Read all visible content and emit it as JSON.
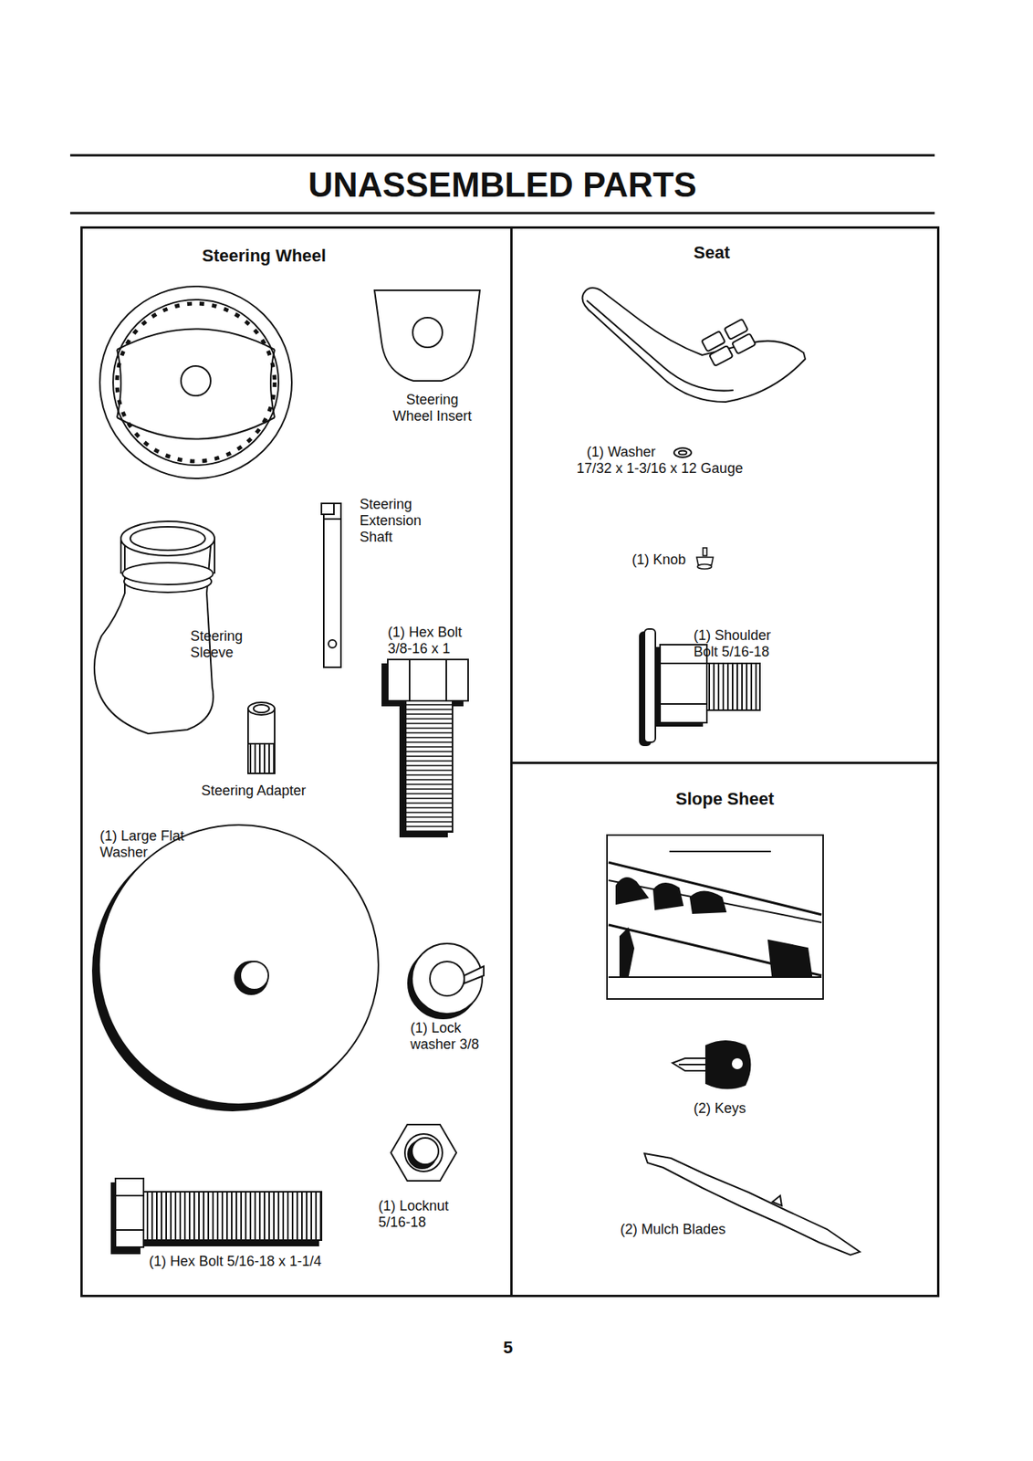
{
  "diagram": {
    "title": "UNASSEMBLED PARTS",
    "nodes": [
      {
        "text": [
          "Steering Wheel"
        ]
      },
      {
        "text": [
          "Seat"
        ]
      },
      {
        "text": [
          "Slope Sheet"
        ]
      }
    ],
    "labels": [
      "Steering Wheel Insert",
      "Steering Extension Shaft",
      "Steering Sleeve",
      "(1) Hex Bolt 3/8-16 x 1",
      "Steering Adapter",
      "(1) Large Flat Washer",
      "(1) Lock washer 3/8",
      "(1) Locknut 5/16-18",
      "(1) Hex Bolt 5/16-18 x 1-1/4",
      "(1) Washer",
      "17/32 x 1-3/16 x 12 Gauge",
      "(1) Knob",
      "(1) Shoulder Bolt 5/16-18",
      "(2) Keys",
      "(2) Mulch Blades",
      "5"
    ]
  }
}
